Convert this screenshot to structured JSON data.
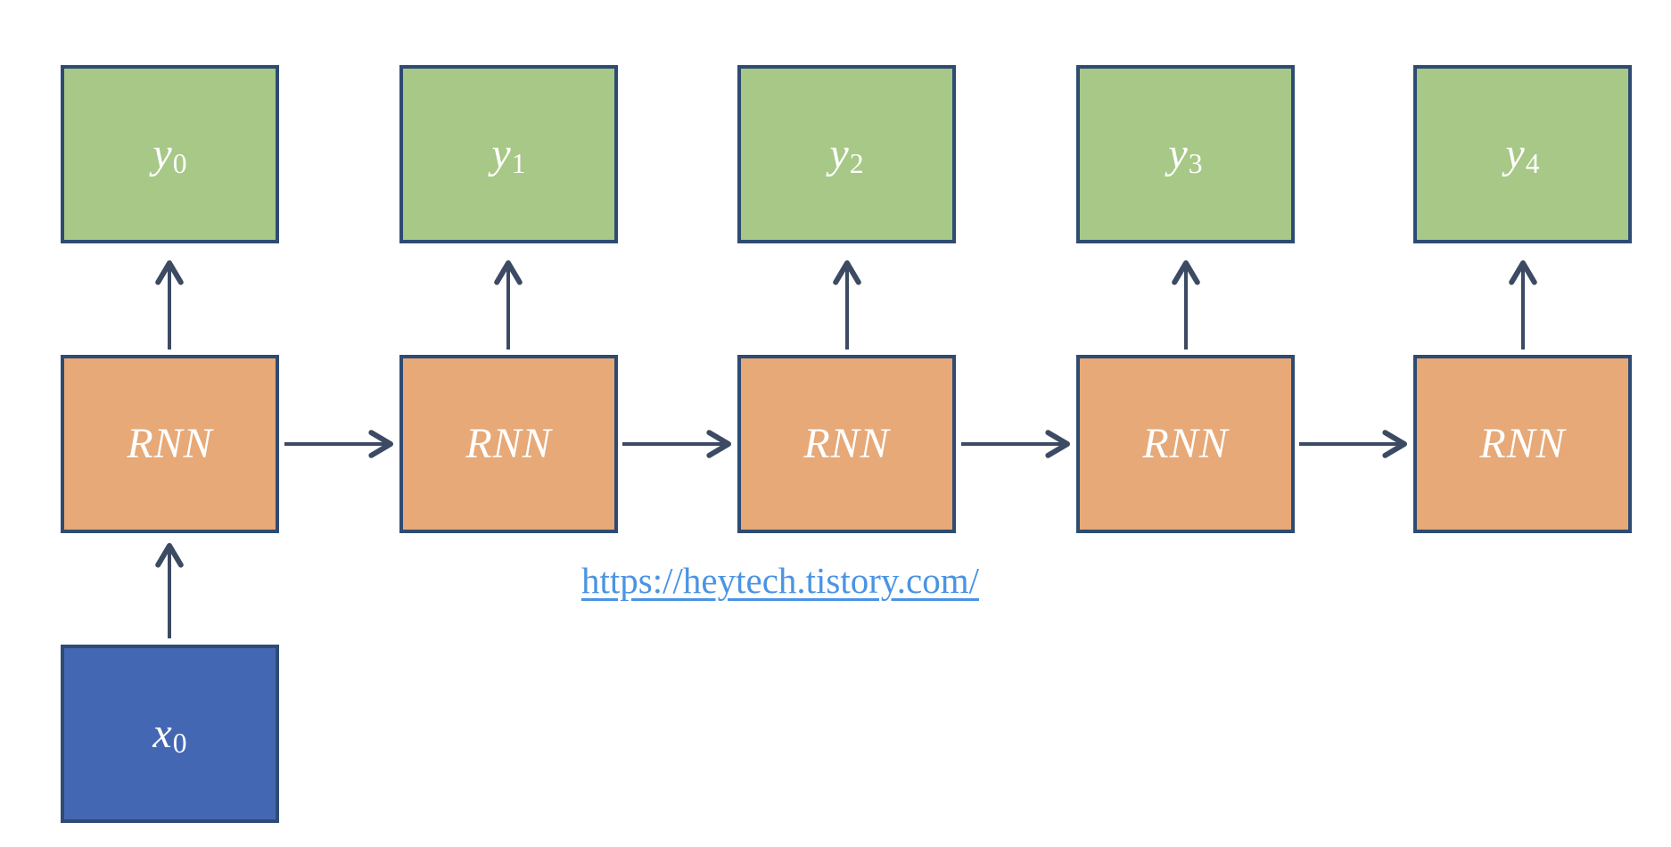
{
  "diagram_type": "rnn-unrolled-flow",
  "colors": {
    "output_fill": "#A7C886",
    "cell_fill": "#E6A977",
    "input_fill": "#4467B4",
    "box_border": "#2E4B72",
    "arrow": "#3C4A63",
    "link": "#4A94E4",
    "label_text": "#FFFFFF"
  },
  "outputs": [
    {
      "base": "y",
      "sub": "0"
    },
    {
      "base": "y",
      "sub": "1"
    },
    {
      "base": "y",
      "sub": "2"
    },
    {
      "base": "y",
      "sub": "3"
    },
    {
      "base": "y",
      "sub": "4"
    }
  ],
  "cells": [
    {
      "label": "RNN"
    },
    {
      "label": "RNN"
    },
    {
      "label": "RNN"
    },
    {
      "label": "RNN"
    },
    {
      "label": "RNN"
    }
  ],
  "input": {
    "base": "x",
    "sub": "0"
  },
  "link": {
    "text": "https://heytech.tistory.com/"
  }
}
